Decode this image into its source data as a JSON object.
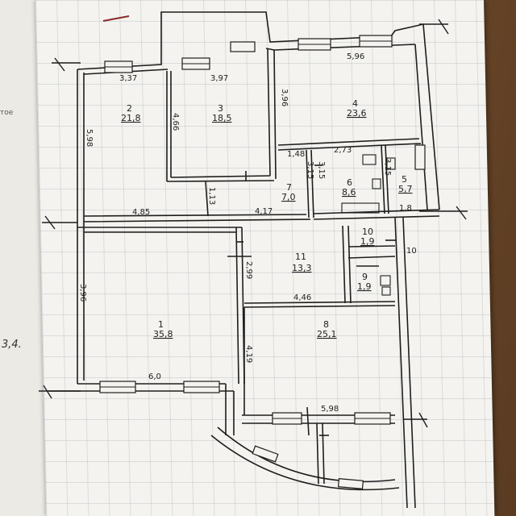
{
  "rooms": [
    {
      "id": "1",
      "area": "35,8"
    },
    {
      "id": "2",
      "area": "21,8"
    },
    {
      "id": "3",
      "area": "18,5"
    },
    {
      "id": "4",
      "area": "23,6"
    },
    {
      "id": "5",
      "area": "5,7"
    },
    {
      "id": "6",
      "area": "8,6"
    },
    {
      "id": "7",
      "area": "7,0"
    },
    {
      "id": "8",
      "area": "25,1"
    },
    {
      "id": "9",
      "area": "1,9"
    },
    {
      "id": "10",
      "area": "1,9"
    },
    {
      "id": "11",
      "area": "13,3"
    }
  ],
  "dimensions": {
    "d_337": "3,37",
    "d_397": "3,97",
    "d_596": "5,96",
    "d_396a": "3,96",
    "d_598": "5,98",
    "d_466": "4,66",
    "d_113": "1,13",
    "d_485": "4,85",
    "d_417": "4,17",
    "d_148": "1,48",
    "d_273": "2,73",
    "d_315a": "3,15",
    "d_315b": "3,15",
    "d_315c": "3,15",
    "d_18": "1,8",
    "d_10": "10",
    "d_299": "2,99",
    "d_446": "4,46",
    "d_396b": "3,96",
    "d_419": "4,19",
    "d_60": "6,0",
    "d_598b": "5,98"
  },
  "margin": {
    "side_text": "тое",
    "note": "3,4."
  },
  "colors": {
    "ink": "#1e1e1e",
    "paper": "#f4f3ef"
  }
}
